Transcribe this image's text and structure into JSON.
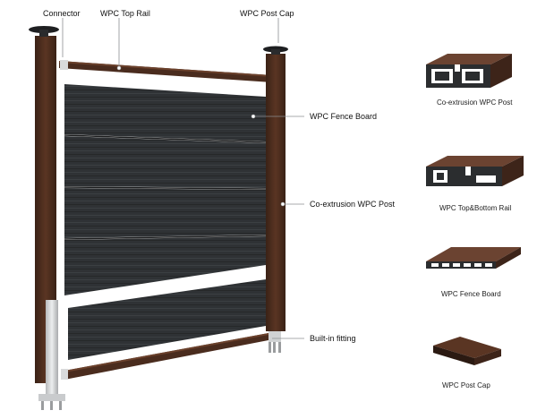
{
  "callouts": {
    "connector": "Connector",
    "top_rail": "WPC Top Rail",
    "post_cap": "WPC Post Cap",
    "fence_board": "WPC Fence Board",
    "coextrusion_post": "Co-extrusion WPC Post",
    "built_in_fitting": "Built-in fitting"
  },
  "components": [
    {
      "caption": "Co-extrusion WPC Post"
    },
    {
      "caption": "WPC Top&Bottom Rail"
    },
    {
      "caption": "WPC Fence Board"
    },
    {
      "caption": "WPC Post Cap"
    }
  ],
  "colors": {
    "brown": "#4a2c1e",
    "board": "#2f3235",
    "metal": "#c9cbcd"
  }
}
